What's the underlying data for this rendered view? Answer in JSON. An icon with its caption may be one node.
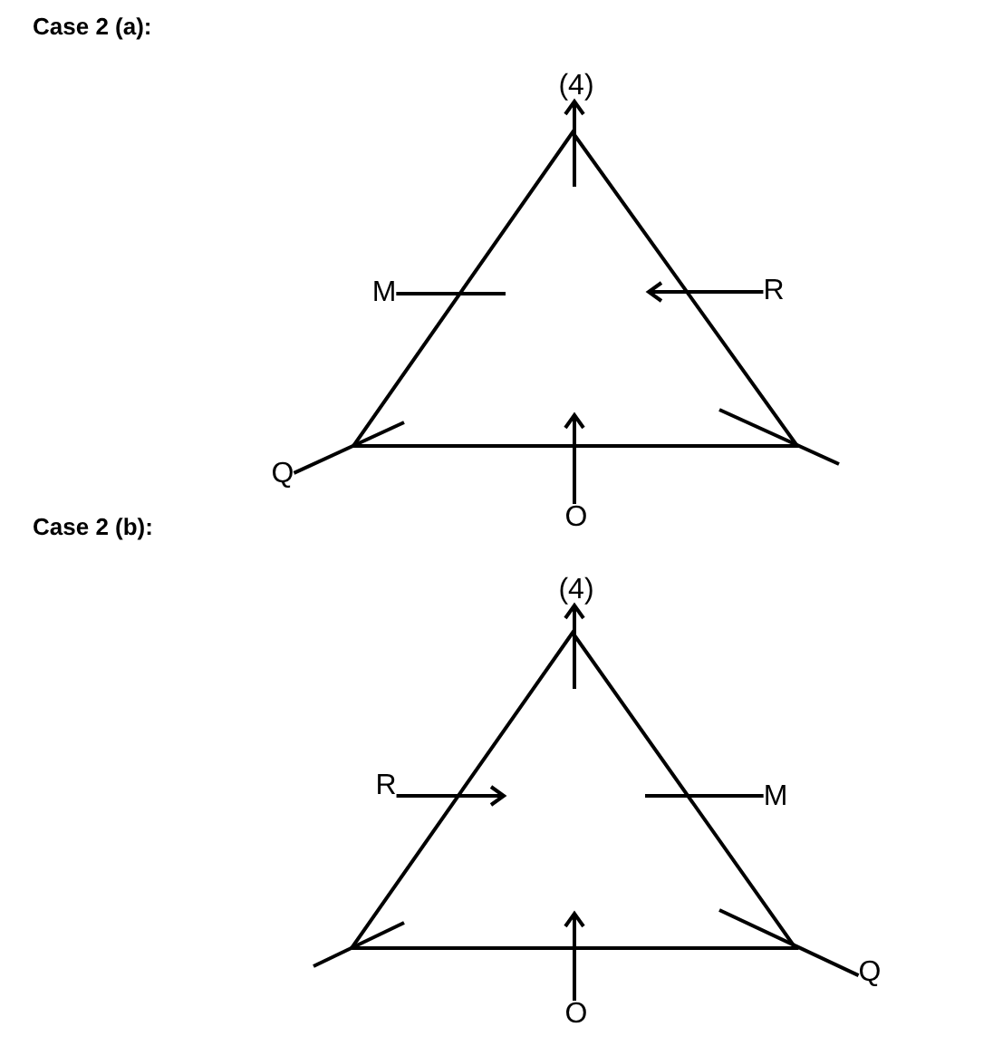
{
  "diagram": {
    "nodes": [
      {
        "text": [
          "(4)"
        ]
      },
      {
        "text": [
          "M"
        ]
      },
      {
        "text": [
          "R"
        ]
      },
      {
        "text": [
          "Q"
        ]
      },
      {
        "text": [
          "O"
        ]
      },
      {
        "text": [
          "(4)"
        ]
      },
      {
        "text": [
          "R"
        ]
      },
      {
        "text": [
          "M"
        ]
      },
      {
        "text": [
          "Q"
        ]
      },
      {
        "text": [
          "O"
        ]
      }
    ],
    "edges": [
      {
        "from": null,
        "to": 0,
        "arrow": "to"
      },
      {
        "from": 1,
        "to": null,
        "arrow": "none"
      },
      {
        "from": 2,
        "to": null,
        "arrow": "to"
      },
      {
        "from": 3,
        "to": null,
        "arrow": "none"
      },
      {
        "from": 4,
        "to": null,
        "arrow": "to"
      },
      {
        "from": null,
        "to": 5,
        "arrow": "to"
      },
      {
        "from": 6,
        "to": null,
        "arrow": "to"
      },
      {
        "from": 7,
        "to": null,
        "arrow": "none"
      },
      {
        "from": 8,
        "to": null,
        "arrow": "none"
      },
      {
        "from": 9,
        "to": null,
        "arrow": "to"
      }
    ],
    "labels": [
      "Case 2 (a):",
      "Case 2 (b):"
    ]
  }
}
